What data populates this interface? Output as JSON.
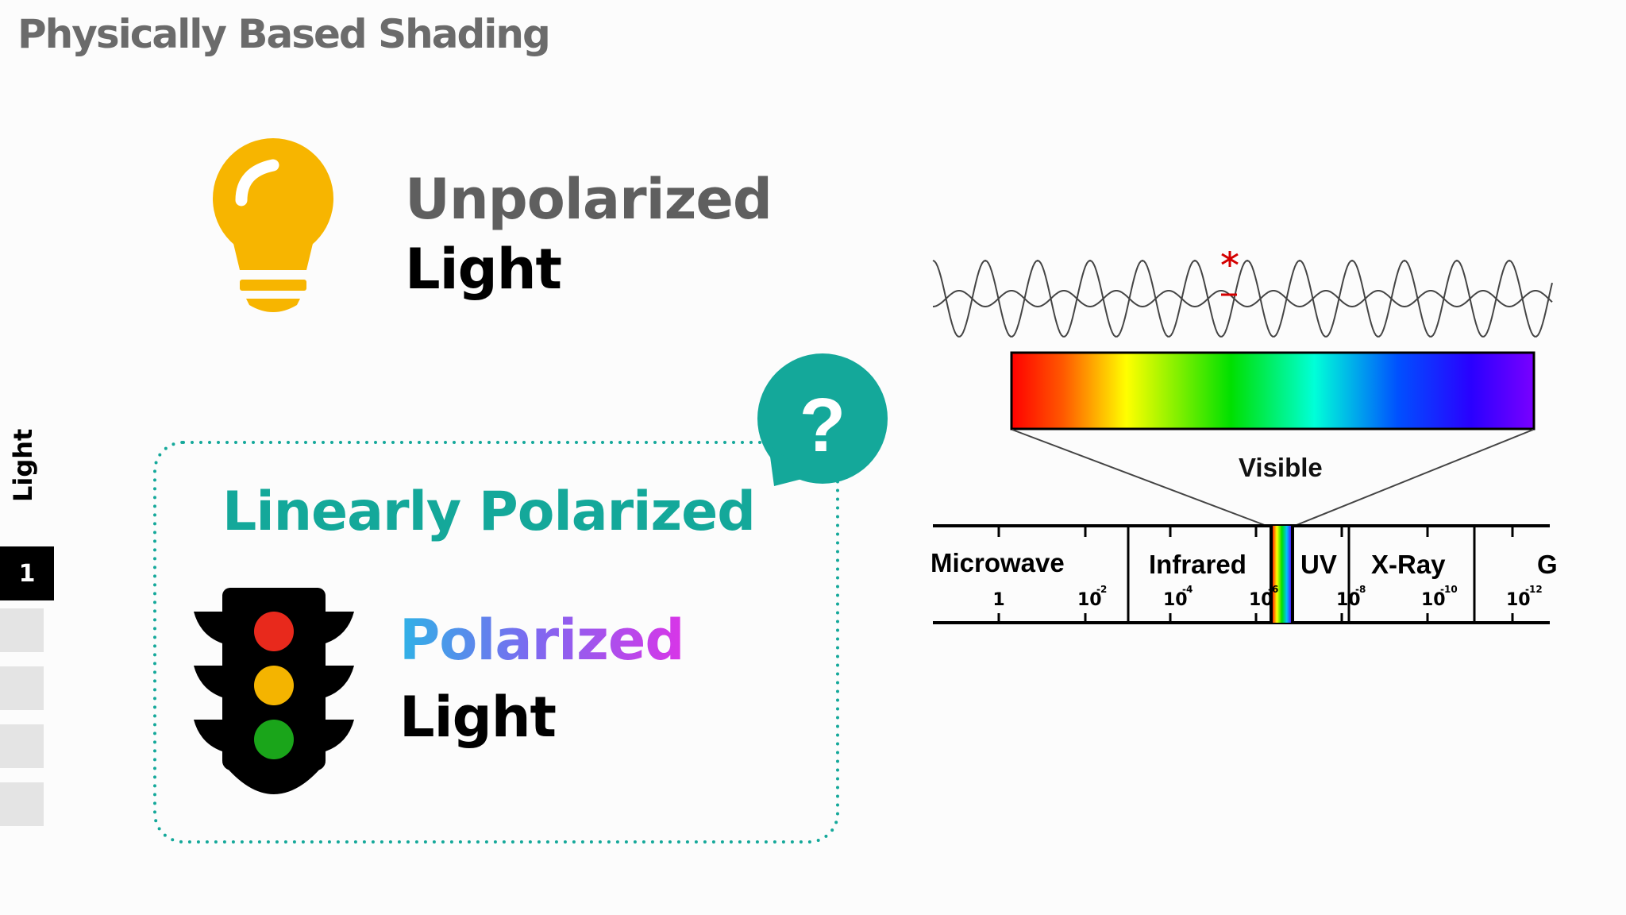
{
  "header": {
    "title": "Physically Based Shading"
  },
  "sidebar": {
    "section_label": "Light",
    "active_page": "1",
    "inactive_pages": 4
  },
  "unpolarized": {
    "line1": "Unpolarized",
    "line2": "Light",
    "icon": "lightbulb-icon",
    "color": "#f7b500"
  },
  "linearly_polarized": {
    "heading": "Linearly Polarized",
    "color": "#14a89a"
  },
  "polarized": {
    "line1": "Polarized",
    "line2": "Light",
    "icon": "traffic-light-icon"
  },
  "question_bubble": {
    "symbol": "?",
    "color": "#14a89a"
  },
  "spectrum": {
    "visible_label": "Visible",
    "bands": [
      "Microwave",
      "Infrared",
      "UV",
      "X-Ray",
      "G"
    ],
    "tick_labels": [
      {
        "base": "1",
        "exp": ""
      },
      {
        "base": "10",
        "exp": "-2"
      },
      {
        "base": "10",
        "exp": "-4"
      },
      {
        "base": "10",
        "exp": "-6"
      },
      {
        "base": "10",
        "exp": "-8"
      },
      {
        "base": "10",
        "exp": "-10"
      },
      {
        "base": "10",
        "exp": "-12"
      }
    ]
  }
}
